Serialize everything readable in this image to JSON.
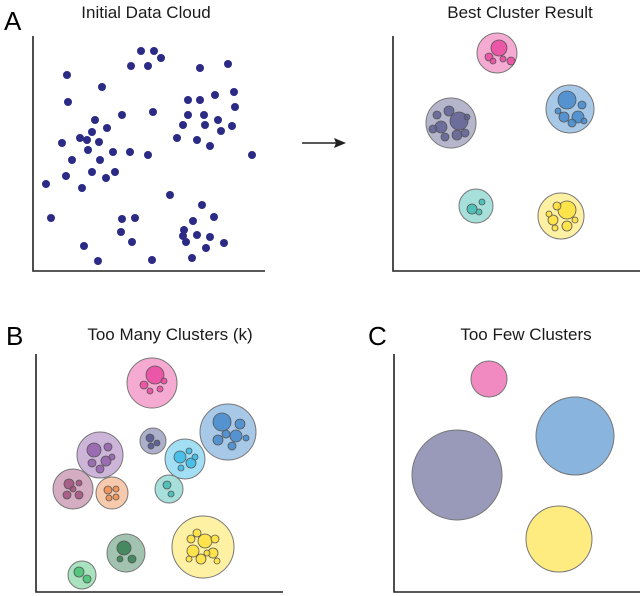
{
  "labels": {
    "a": "A",
    "b": "B",
    "c": "C"
  },
  "titles": {
    "initial": "Initial Data Cloud",
    "best": "Best Cluster Result",
    "too_many": "Too Many Clusters (k)",
    "too_few": "Too Few Clusters"
  },
  "colors": {
    "points": "#2b2b85",
    "pink": "#e8429b",
    "purple": "#5b5b8f",
    "blue": "#3f86c9",
    "teal": "#3bb8b0",
    "yellow": "#ffe033",
    "violet": "#8e5aa8",
    "plum": "#a04a78",
    "orange": "#ef8a4a",
    "cyan": "#33b8e6",
    "green": "#2f7a4e",
    "lightgreen": "#3fbf6e",
    "navy": "#4a4f8a"
  }
}
